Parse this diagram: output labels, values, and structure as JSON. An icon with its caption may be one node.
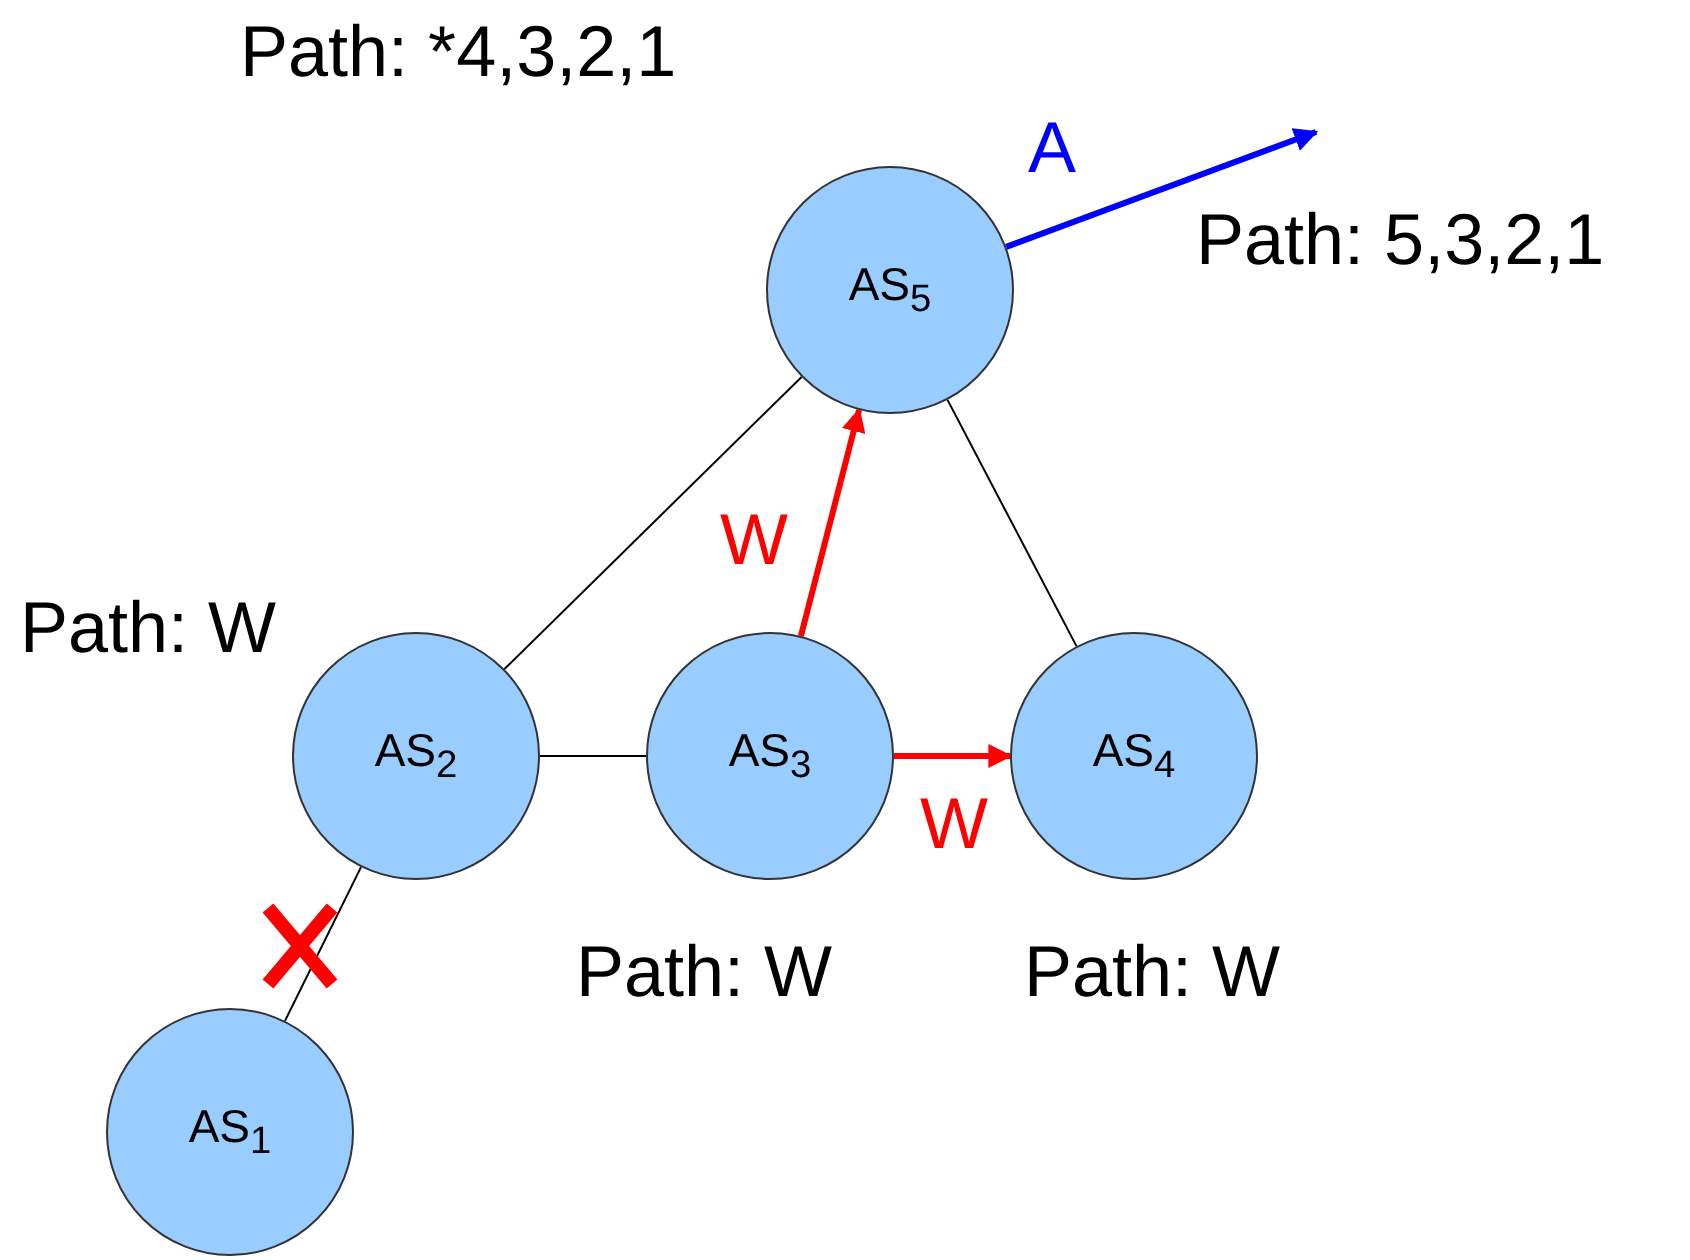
{
  "diagram": {
    "nodes": [
      {
        "text": [
          "AS$_{5}$"
        ],
        "beside": [
          "Path: *4,3,2,1"
        ]
      },
      {
        "text": [
          "AS$_{2}$"
        ],
        "beside": [
          "Path: W"
        ]
      },
      {
        "text": [
          "AS$_{3}$"
        ],
        "beside": [
          "Path: W"
        ]
      },
      {
        "text": [
          "AS$_{4}$"
        ],
        "beside": [
          "Path: W"
        ]
      },
      {
        "text": [
          "AS$_{1}$"
        ]
      }
    ],
    "edges": [
      {
        "from": 0,
        "to": 1,
        "arrow": "none"
      },
      {
        "from": 0,
        "to": 3,
        "arrow": "none"
      },
      {
        "from": 1,
        "to": 2,
        "arrow": "none"
      },
      {
        "from": 1,
        "to": 4,
        "arrow": "none"
      },
      {
        "from": 2,
        "to": 0,
        "arrow": "to",
        "label": "W",
        "style": "thick",
        "color": "#ff0000"
      },
      {
        "from": 2,
        "to": 3,
        "arrow": "to",
        "label": "W",
        "style": "thick",
        "color": "#ff0000"
      },
      {
        "from": 0,
        "to": null,
        "arrow": "to",
        "label": "A",
        "style": "thick",
        "color": "#0000ff"
      }
    ],
    "labels": [
      "Path: 5,3,2,1"
    ]
  }
}
